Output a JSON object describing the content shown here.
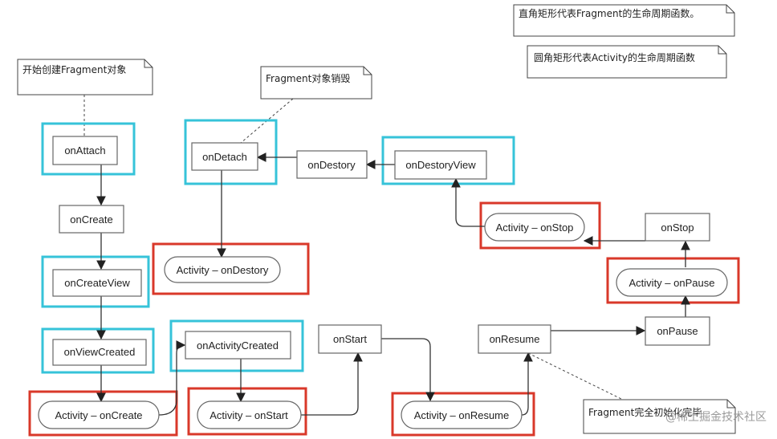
{
  "nodes": {
    "on_attach": "onAttach",
    "on_create": "onCreate",
    "on_create_view": "onCreateView",
    "on_view_created": "onViewCreated",
    "on_activity_created": "onActivityCreated",
    "on_start": "onStart",
    "on_resume": "onResume",
    "on_pause": "onPause",
    "on_stop": "onStop",
    "on_destroy_view": "onDestoryView",
    "on_destroy": "onDestory",
    "on_detach": "onDetach",
    "activity_on_create": "Activity – onCreate",
    "activity_on_start": "Activity – onStart",
    "activity_on_resume": "Activity – onResume",
    "activity_on_pause": "Activity – onPause",
    "activity_on_stop": "Activity – onStop",
    "activity_on_destroy": "Activity – onDestory"
  },
  "notes": {
    "fragment_created": "开始创建Fragment对象",
    "fragment_destroyed": "Fragment对象销毁",
    "legend_rect": "直角矩形代表Fragment的生命周期函数。",
    "legend_rounded": "圆角矩形代表Activity的生命周期函数",
    "fragment_initialized": "Fragment完全初始化完毕"
  },
  "watermark": "@稀土掘金技术社区",
  "colors": {
    "fragment_highlight": "#36c3d9",
    "activity_highlight": "#d9382a",
    "box_border": "#666666",
    "line": "#333333"
  }
}
